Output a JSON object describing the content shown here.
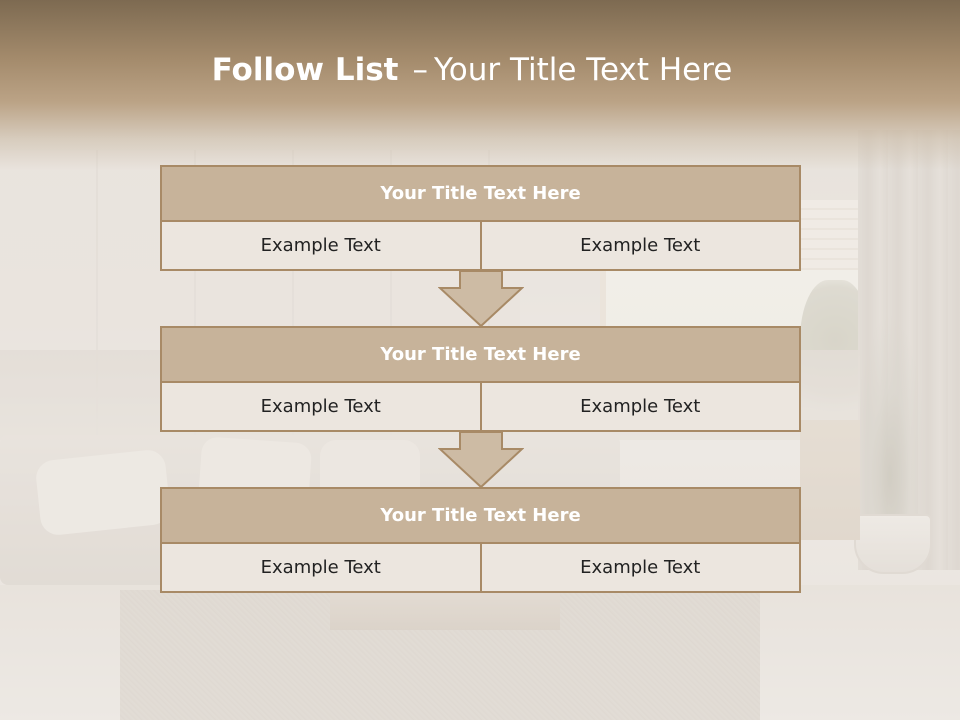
{
  "slide": {
    "title_bold": "Follow List",
    "title_separator": "–",
    "title_rest": "Your Title Text Here"
  },
  "blocks": [
    {
      "header": "Your Title Text Here",
      "left": "Example Text",
      "right": "Example Text"
    },
    {
      "header": "Your Title Text Here",
      "left": "Example Text",
      "right": "Example Text"
    },
    {
      "header": "Your Title Text Here",
      "left": "Example Text",
      "right": "Example Text"
    }
  ],
  "colors": {
    "header_fill": "#c7b39a",
    "cell_fill": "#ece6df",
    "border": "#a88a66",
    "arrow_fill": "#cdbba4",
    "title_text": "#ffffff"
  },
  "icons": [
    "down-arrow-icon",
    "down-arrow-icon"
  ]
}
